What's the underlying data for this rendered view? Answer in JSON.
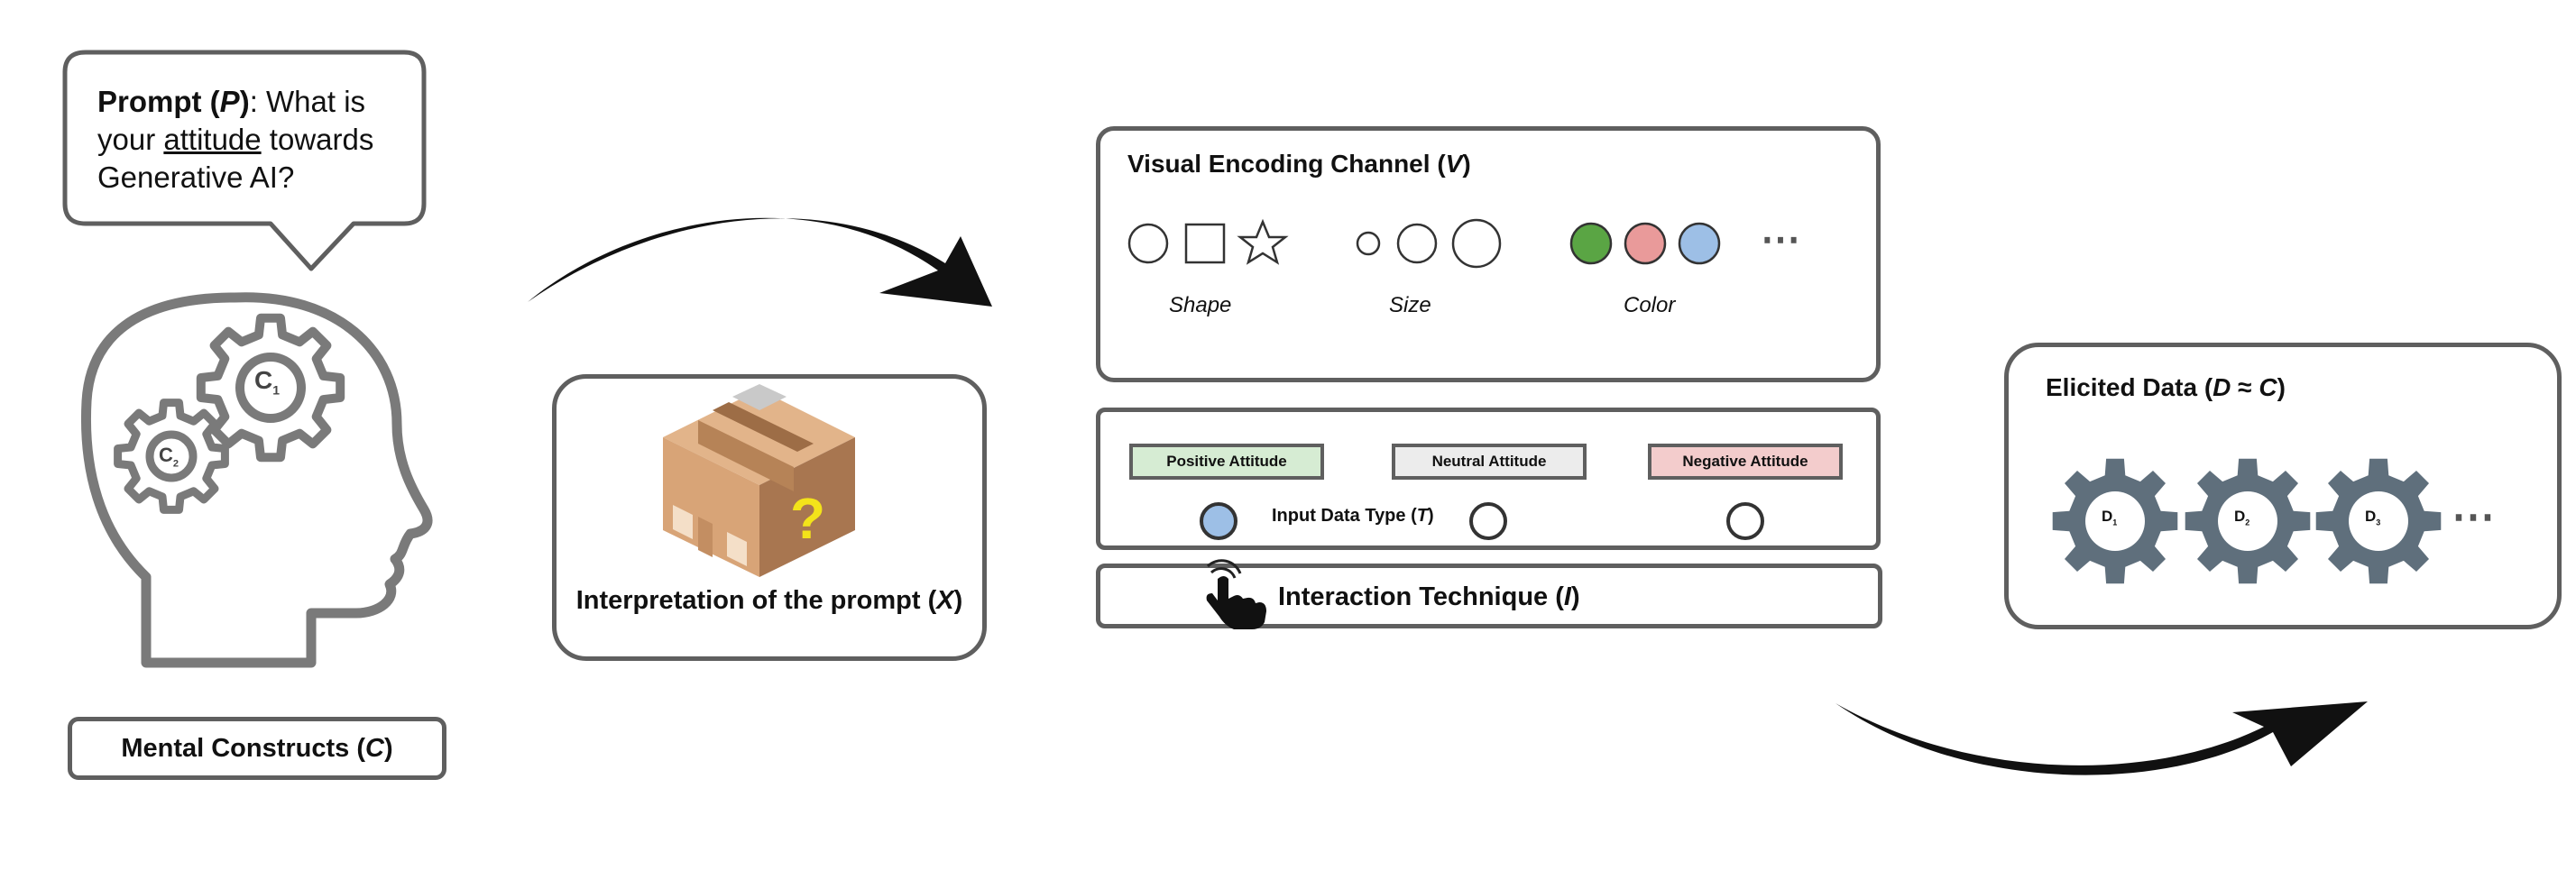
{
  "prompt": {
    "label": "Prompt",
    "symbol": "P",
    "text_line1": "What is",
    "text_line2_pre": "your ",
    "text_line2_underlined": "attitude",
    "text_line2_post": " towards",
    "text_line3": "Generative AI?"
  },
  "mental_constructs": {
    "label": "Mental Constructs",
    "symbol": "C",
    "gear_labels": [
      "C",
      "C"
    ],
    "gear_subscripts": [
      "1",
      "2"
    ]
  },
  "interpretation": {
    "label": "Interpretation of the prompt",
    "symbol": "X",
    "question_mark": "?"
  },
  "visual_encoding": {
    "title": "Visual Encoding Channel",
    "symbol": "V",
    "captions": [
      "Shape",
      "Size",
      "Color"
    ],
    "ellipsis": "⋯",
    "colors": [
      "#5aa544",
      "#e99a9a",
      "#9dbfe6"
    ]
  },
  "input_data_type": {
    "label": "Input Data Type",
    "symbol": "T",
    "attitudes": [
      {
        "label": "Positive Attitude",
        "color": "#d6ecd3",
        "selected": true
      },
      {
        "label": "Neutral Attitude",
        "color": "#ececec",
        "selected": false
      },
      {
        "label": "Negative Attitude",
        "color": "#f3cccc",
        "selected": false
      }
    ],
    "selected_color": "#9dbfe6"
  },
  "interaction": {
    "label": "Interaction Technique",
    "symbol": "I"
  },
  "elicited": {
    "title_pre": "Elicited Data",
    "symbol_d": "D",
    "approx": " ≈ ",
    "symbol_c": "C",
    "gear_labels": [
      "D",
      "D",
      "D"
    ],
    "gear_subscripts": [
      "1",
      "2",
      "3"
    ],
    "gear_color": "#5f6f7c",
    "ellipsis": "⋯"
  }
}
